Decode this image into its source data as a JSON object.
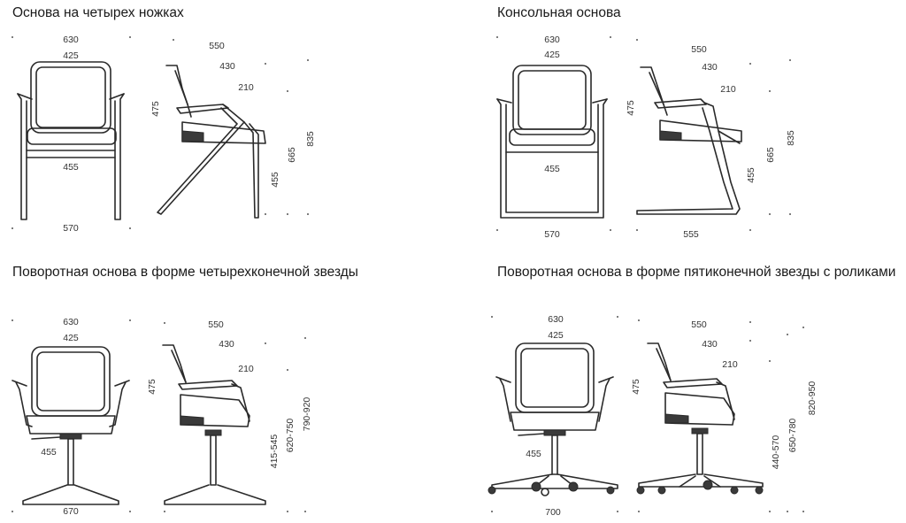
{
  "panels": {
    "p1": {
      "title": "Основа на четырех ножках",
      "front": {
        "w_total": "630",
        "w_back": "425",
        "w_seat": "455",
        "w_base": "570"
      },
      "side": {
        "d_total": "550",
        "d_seat": "430",
        "d_arm": "210",
        "h_back": "475",
        "h_seat": "455",
        "h_arm": "665",
        "h_total": "835"
      }
    },
    "p2": {
      "title": "Консольная основа",
      "front": {
        "w_total": "630",
        "w_back": "425",
        "w_seat": "455",
        "w_base": "570"
      },
      "side": {
        "d_total": "550",
        "d_seat": "430",
        "d_arm": "210",
        "h_back": "475",
        "h_seat": "455",
        "h_arm": "665",
        "h_total": "835",
        "d_base": "555"
      }
    },
    "p3": {
      "title": "Поворотная основа в форме четырехконечной звезды",
      "front": {
        "w_total": "630",
        "w_back": "425",
        "w_seat": "455",
        "w_base": "670"
      },
      "side": {
        "d_total": "550",
        "d_seat": "430",
        "d_arm": "210",
        "h_back": "475",
        "h_seat": "415-545",
        "h_arm": "620-750",
        "h_total": "790-920"
      }
    },
    "p4": {
      "title": "Поворотная  основа в форме пятиконечной звезды с роликами",
      "front": {
        "w_total": "630",
        "w_back": "425",
        "w_seat": "455",
        "w_base": "700"
      },
      "side": {
        "d_total": "550",
        "d_seat": "430",
        "d_arm": "210",
        "h_back": "475",
        "h_seat": "440-570",
        "h_arm": "650-780",
        "h_total": "820-950"
      }
    }
  }
}
